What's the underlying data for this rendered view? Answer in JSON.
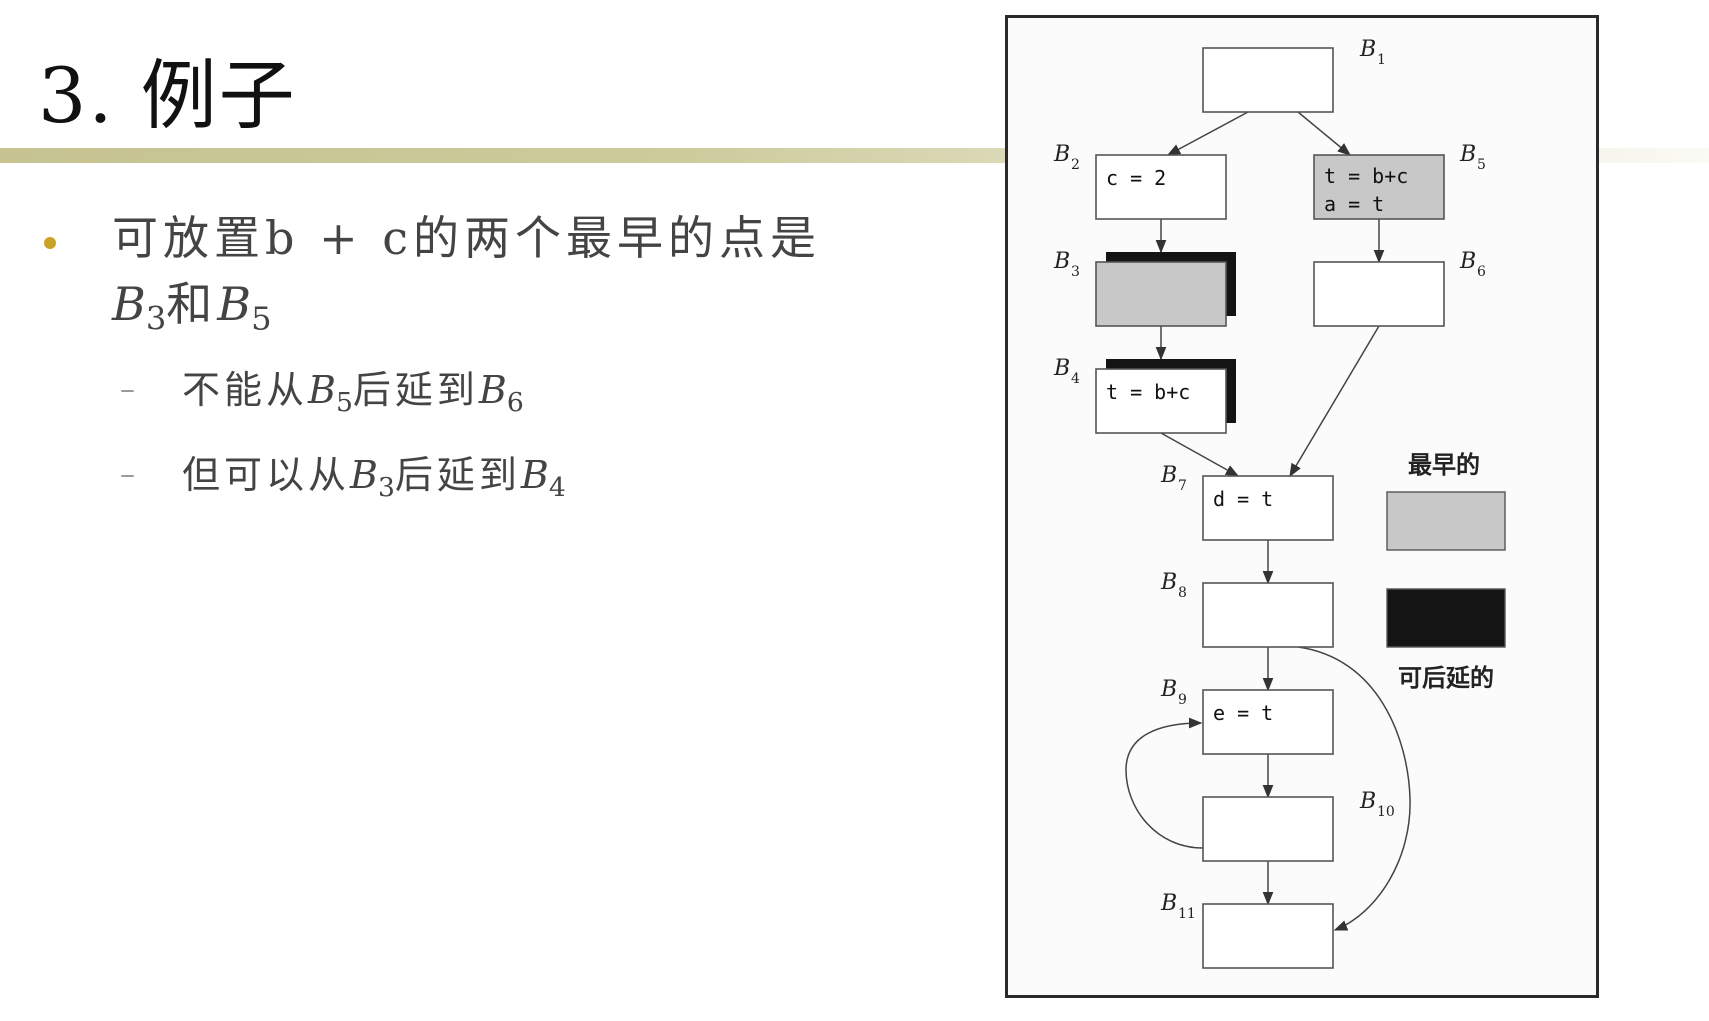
{
  "title": "3. 例子",
  "bullets": [
    {
      "text": "可放置b + c的两个最早的点是",
      "line2": {
        "b1": "B",
        "s1": "3",
        "mid": "和",
        "b2": "B",
        "s2": "5"
      },
      "subs": [
        {
          "pre": "不能从",
          "b1": "B",
          "s1": "5",
          "mid": "后延到",
          "b2": "B",
          "s2": "6"
        },
        {
          "pre": "但可以从",
          "b1": "B",
          "s1": "3",
          "mid": "后延到",
          "b2": "B",
          "s2": "4"
        }
      ]
    }
  ],
  "diagram": {
    "blocks": [
      {
        "id": "B1",
        "letter": "B",
        "num": "1",
        "code": [],
        "style": "plain"
      },
      {
        "id": "B2",
        "letter": "B",
        "num": "2",
        "code": [
          "c = 2"
        ],
        "style": "plain"
      },
      {
        "id": "B3",
        "letter": "B",
        "num": "3",
        "code": [],
        "style": "earliest-postponable"
      },
      {
        "id": "B4",
        "letter": "B",
        "num": "4",
        "code": [
          "t = b+c"
        ],
        "style": "postponable"
      },
      {
        "id": "B5",
        "letter": "B",
        "num": "5",
        "code": [
          "t = b+c",
          "a = t"
        ],
        "style": "earliest"
      },
      {
        "id": "B6",
        "letter": "B",
        "num": "6",
        "code": [],
        "style": "plain"
      },
      {
        "id": "B7",
        "letter": "B",
        "num": "7",
        "code": [
          "d = t"
        ],
        "style": "plain"
      },
      {
        "id": "B8",
        "letter": "B",
        "num": "8",
        "code": [],
        "style": "plain"
      },
      {
        "id": "B9",
        "letter": "B",
        "num": "9",
        "code": [
          "e = t"
        ],
        "style": "plain"
      },
      {
        "id": "B10",
        "letter": "B",
        "num": "10",
        "code": [],
        "style": "plain"
      },
      {
        "id": "B11",
        "letter": "B",
        "num": "11",
        "code": [],
        "style": "plain"
      }
    ],
    "edges": [
      [
        "B1",
        "B2"
      ],
      [
        "B1",
        "B5"
      ],
      [
        "B2",
        "B3"
      ],
      [
        "B3",
        "B4"
      ],
      [
        "B5",
        "B6"
      ],
      [
        "B4",
        "B7"
      ],
      [
        "B6",
        "B7"
      ],
      [
        "B7",
        "B8"
      ],
      [
        "B8",
        "B9"
      ],
      [
        "B9",
        "B10"
      ],
      [
        "B10",
        "B9"
      ],
      [
        "B10",
        "B11"
      ],
      [
        "B8",
        "B11"
      ]
    ],
    "legend": [
      {
        "label": "最早的",
        "color": "#c8c8c8"
      },
      {
        "label": "可后延的",
        "color": "#141414"
      }
    ]
  }
}
